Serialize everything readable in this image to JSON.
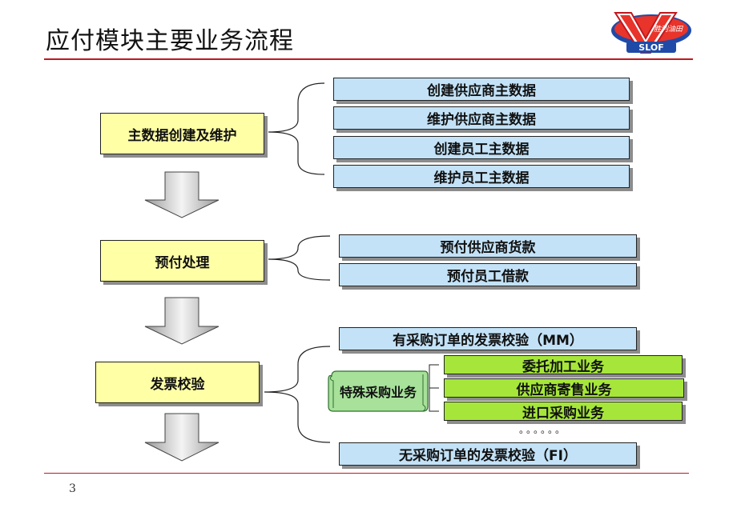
{
  "title": "应付模块主要业务流程",
  "page_number": "3",
  "logo": {
    "brand_text": "胜利油田",
    "abbr": "SLOF"
  },
  "stages": [
    {
      "label": "主数据创建及维护",
      "items": [
        "创建供应商主数据",
        "维护供应商主数据",
        "创建员工主数据",
        "维护员工主数据"
      ]
    },
    {
      "label": "预付处理",
      "items": [
        "预付供应商货款",
        "预付员工借款"
      ]
    },
    {
      "label": "发票校验",
      "items": [
        "有采购订单的发票校验（MM）",
        "无采购订单的发票校验（FI）"
      ],
      "special": {
        "label": "特殊采购业务",
        "items": [
          "委托加工业务",
          "供应商寄售业务",
          "进口采购业务"
        ],
        "ellipsis": "。。。。。。"
      }
    }
  ],
  "colors": {
    "rule": "#c0181f",
    "stage_fill": "#ffffa6",
    "item_fill": "#c3e2f7",
    "special_fill": "#a6e63a"
  }
}
